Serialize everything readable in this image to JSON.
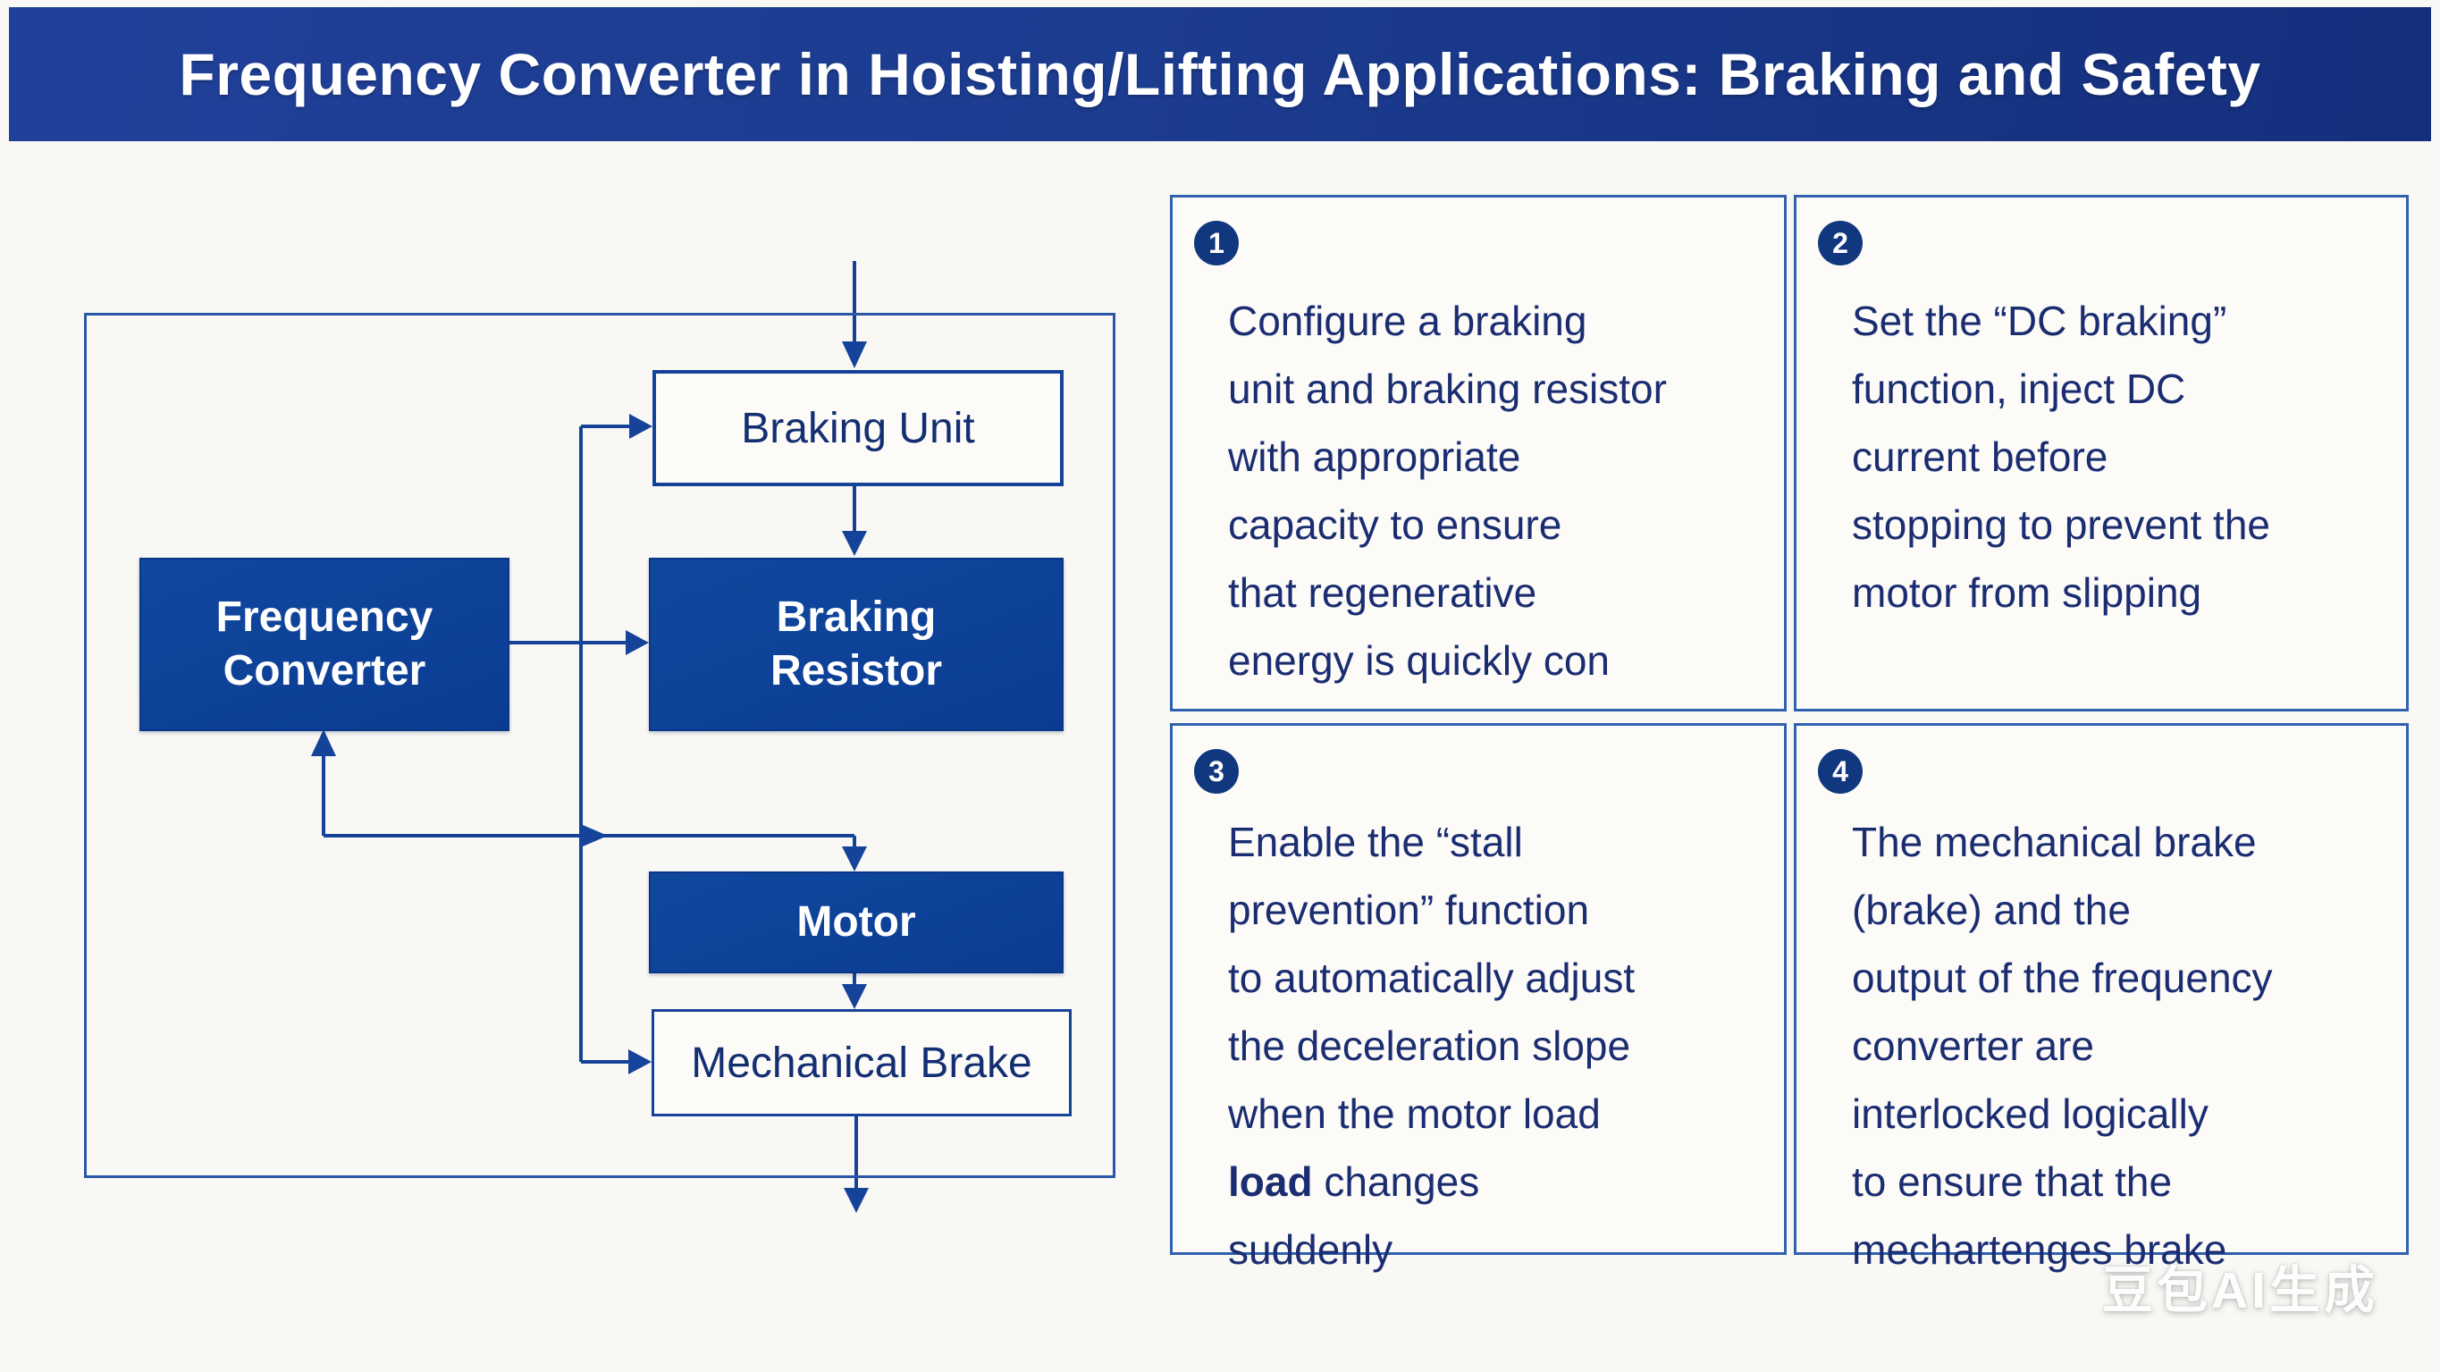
{
  "title": "Frequency Converter in Hoisting/Lifting Applications: Braking and Safety",
  "colors": {
    "title_bar": "#1c3c90",
    "box_fill": "#0d429a",
    "flow_line": "#15439a",
    "card_border": "#3061b0",
    "card_text": "#1b2d71",
    "node_dark_text": "#132f72",
    "badge_fill": "#11377f",
    "background": "#f9f8f4"
  },
  "flowchart": {
    "nodes": {
      "braking_unit": "Braking Unit",
      "frequency_converter": "Frequency\nConverter",
      "braking_resistor": "Braking\nResistor",
      "motor": "Motor",
      "mechanical_brake": "Mechanical Brake"
    }
  },
  "cards": [
    {
      "number": "1",
      "text": "Configure a braking\nunit and braking resistor\nwith appropriate\ncapacity to ensure\nthat regenerative\nenergy is quickly con"
    },
    {
      "number": "2",
      "text": "Set the “DC braking”\nfunction, inject DC\ncurrent before\nstopping to prevent the\nmotor from slipping"
    },
    {
      "number": "3",
      "text_pre": "Enable the “stall\nprevention” function\nto automatically adjust\nthe deceleration slope\nwhen the motor load\n",
      "text_bold": "load",
      "text_post": " changes\nsuddenly"
    },
    {
      "number": "4",
      "text": "The mechanical brake\n(brake) and the\noutput of the frequency\nconverter are\ninterlocked logically\nto ensure that the\nmechartenges brake"
    }
  ],
  "watermark": "豆包AI生成"
}
